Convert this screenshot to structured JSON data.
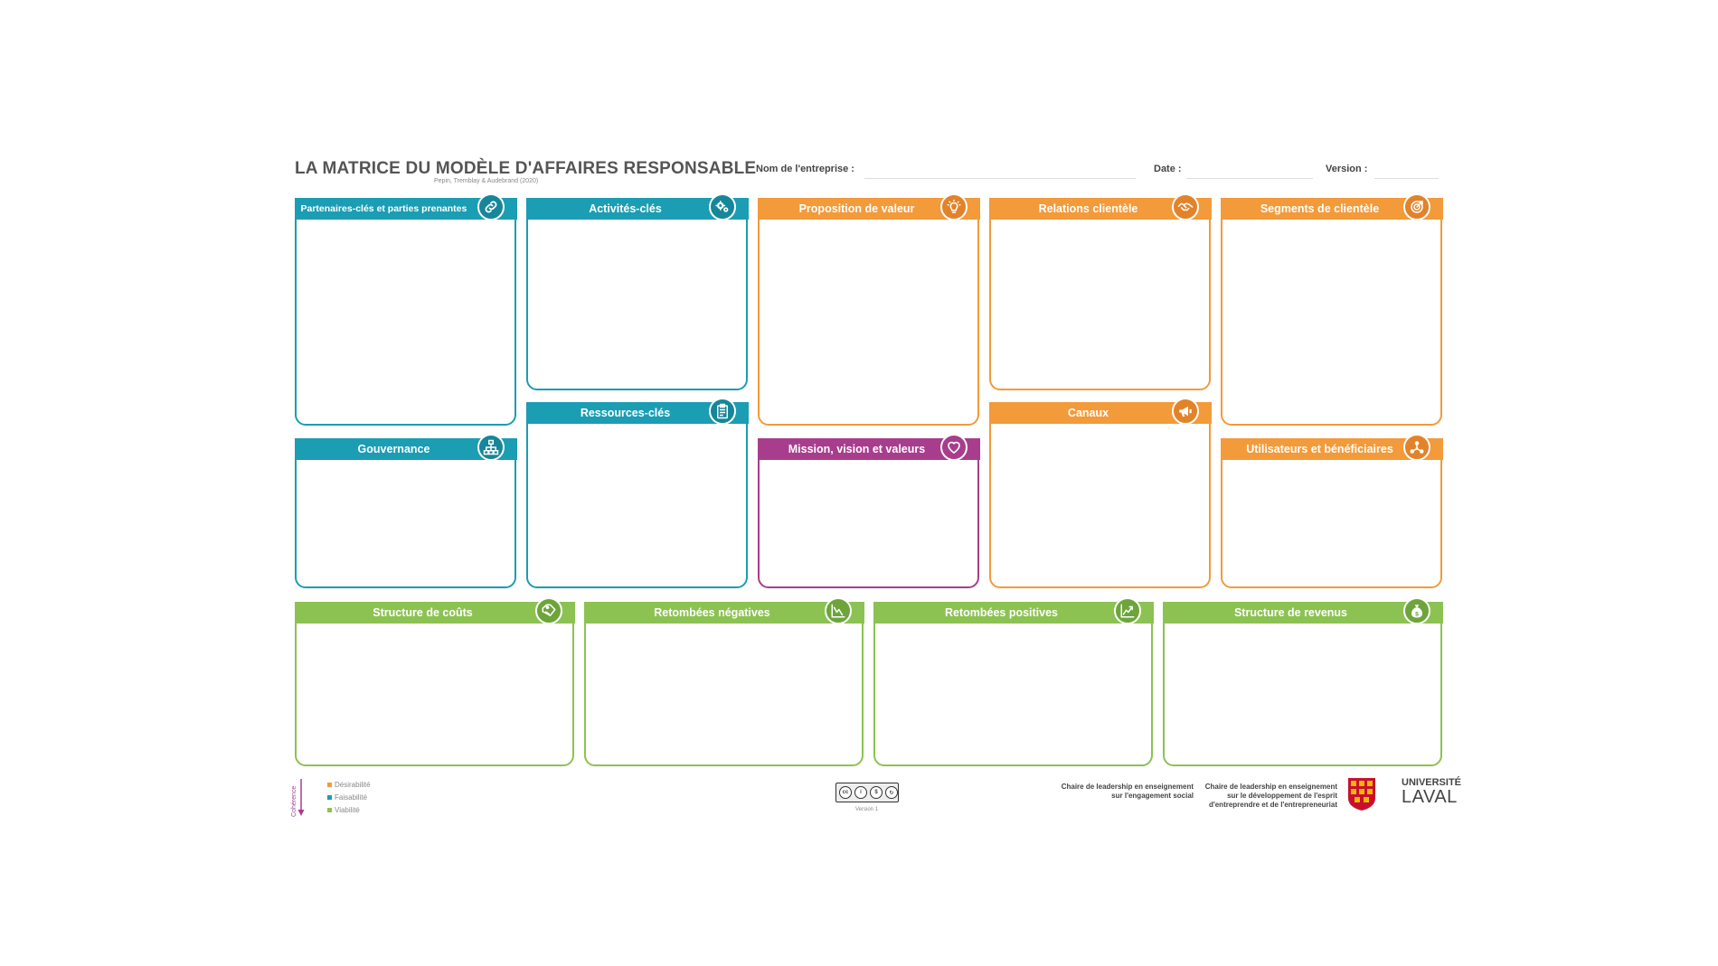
{
  "header": {
    "title": "LA MATRICE DU MODÈLE D'AFFAIRES RESPONSABLE",
    "subtitle": "Pepin, Tremblay & Audebrand (2020)",
    "company_label": "Nom de l'entreprise :",
    "date_label": "Date :",
    "version_label": "Version :"
  },
  "colors": {
    "desirability": "#f39a3a",
    "feasibility": "#1b9db3",
    "viability": "#8cc252",
    "coherence": "#a83d8d"
  },
  "boxes": {
    "partners": {
      "label": "Partenaires-clés et parties prenantes",
      "icon": "link-icon"
    },
    "activities": {
      "label": "Activités-clés",
      "icon": "gears-icon"
    },
    "value": {
      "label": "Proposition de valeur",
      "icon": "lightbulb-icon"
    },
    "relations": {
      "label": "Relations clientèle",
      "icon": "handshake-icon"
    },
    "segments": {
      "label": "Segments de clientèle",
      "icon": "target-icon"
    },
    "resources": {
      "label": "Ressources-clés",
      "icon": "clipboard-icon"
    },
    "governance": {
      "label": "Gouvernance",
      "icon": "org-chart-icon"
    },
    "mission": {
      "label": "Mission, vision et valeurs",
      "icon": "heart-icon"
    },
    "channels": {
      "label": "Canaux",
      "icon": "megaphone-icon"
    },
    "users": {
      "label": "Utilisateurs et bénéficiaires",
      "icon": "network-icon"
    },
    "costs": {
      "label": "Structure de coûts",
      "icon": "price-tag-icon"
    },
    "negative": {
      "label": "Retombées négatives",
      "icon": "chart-down-icon"
    },
    "positive": {
      "label": "Retombées positives",
      "icon": "chart-up-icon"
    },
    "revenues": {
      "label": "Structure de revenus",
      "icon": "money-bag-icon"
    }
  },
  "legend": {
    "coherence": "Cohérence",
    "items": [
      "Désirabilité",
      "Faisabilité",
      "Viabilité"
    ]
  },
  "license": {
    "badge": "cc BY NC SA",
    "version": "Version 1"
  },
  "footer": {
    "chair1_line1": "Chaire de leadership en enseignement",
    "chair1_line2": "sur l'engagement social",
    "chair2_line1": "Chaire de leadership en enseignement",
    "chair2_line2": "sur le développement de l'esprit",
    "chair2_line3": "d'entreprendre et de l'entrepreneuriat",
    "university_top": "UNIVERSITÉ",
    "university_name": "LAVAL"
  }
}
